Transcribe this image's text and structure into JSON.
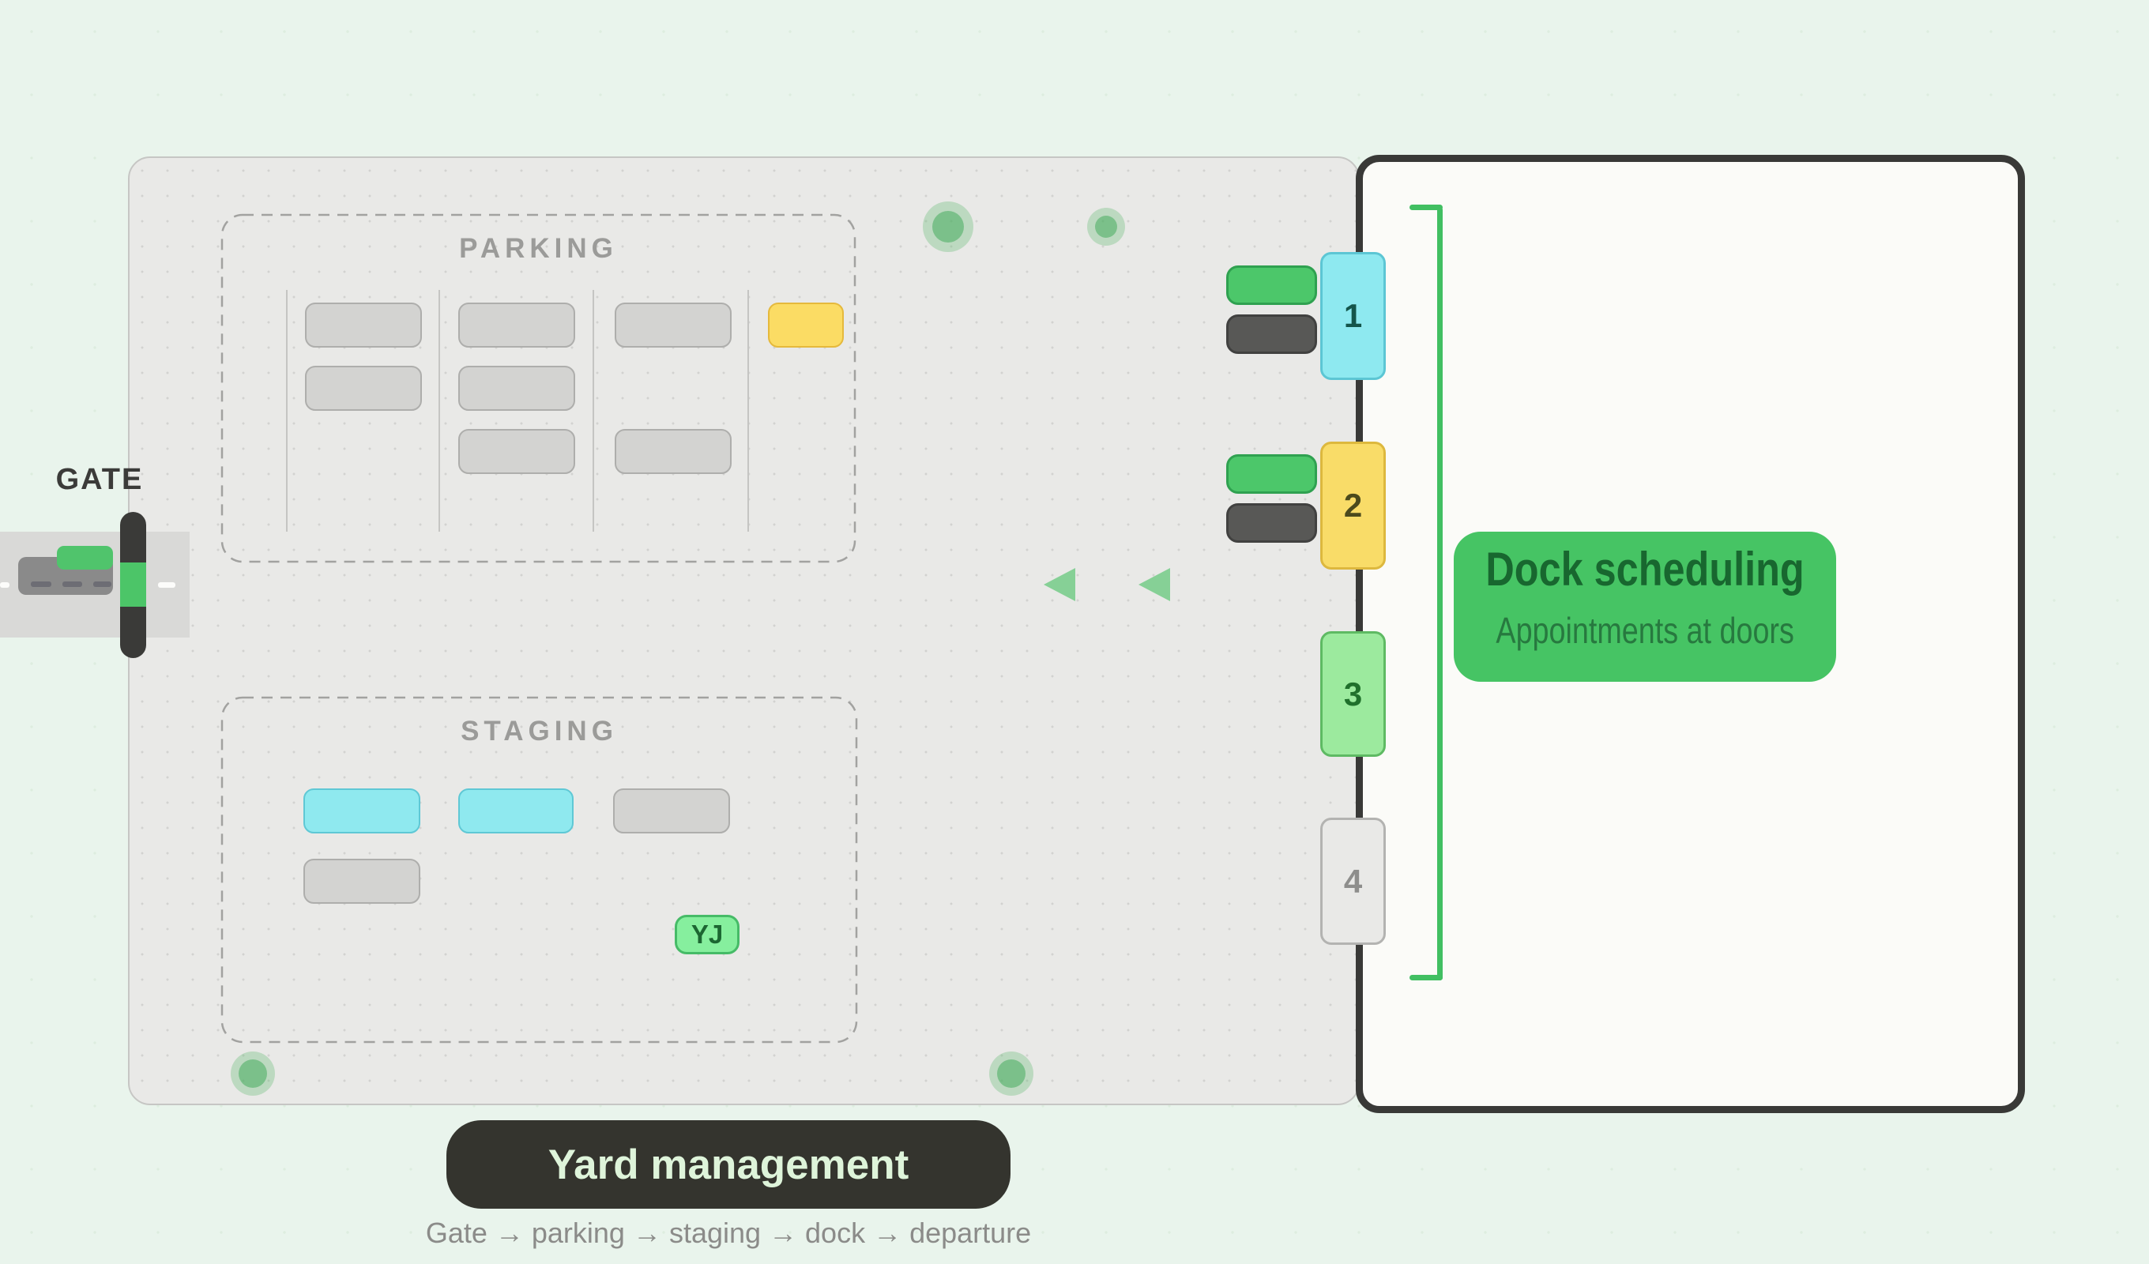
{
  "gate": {
    "label": "GATE"
  },
  "parking": {
    "label": "PARKING"
  },
  "staging": {
    "label": "STAGING",
    "trailer_badge": "YJ"
  },
  "dock_doors": [
    {
      "number": "1",
      "status_color": "#8ee9f0"
    },
    {
      "number": "2",
      "status_color": "#f9dc68"
    },
    {
      "number": "3",
      "status_color": "#9cea9e"
    },
    {
      "number": "4",
      "status_color": "#e9e9e7"
    }
  ],
  "panel_card": {
    "title": "Dock scheduling",
    "subtitle": "Appointments at doors"
  },
  "footer": {
    "title": "Yard management",
    "caption": "Gate → parking → staging → dock → departure"
  },
  "colors": {
    "page_background": "#e9f4ec",
    "yard_fill": "#e9e9e7",
    "accent_green": "#46c464",
    "cyan": "#8ee9f0",
    "yellow": "#f9dc68",
    "door_green": "#9cea9e",
    "dark": "#3a3a38"
  }
}
